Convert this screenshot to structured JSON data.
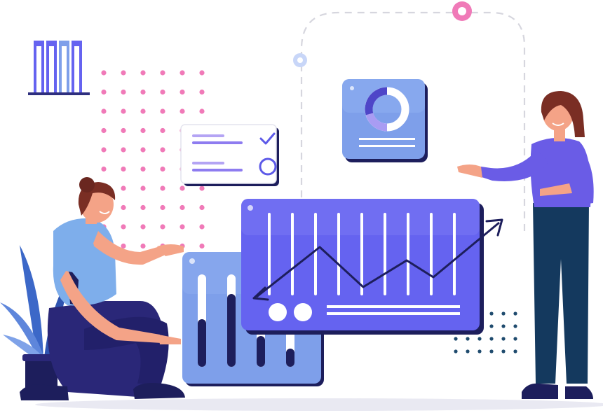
{
  "illustration": {
    "theme": "data-analytics-team",
    "colors": {
      "primary": "#6563F0",
      "primary_light": "#8E8CF6",
      "card_blue": "#7E9FEA",
      "dark_navy": "#1D1E5C",
      "pink": "#F07AB8",
      "teal_dots": "#1F4B6E",
      "skin": "#F4A387",
      "hair": "#7A2E24",
      "shirt_woman_right": "#6A5CE6",
      "pants_right": "#14395E",
      "shirt_woman_left": "#7EAEEB",
      "pants_left": "#2A2778",
      "plant": "#3C68C8",
      "floor": "#E6E6F0",
      "lavender": "#B4A4F4"
    },
    "elements": [
      {
        "name": "bar-columns-icon",
        "kind": "decoration"
      },
      {
        "name": "pink-dot-grid",
        "kind": "decoration"
      },
      {
        "name": "checklist-card",
        "kind": "card"
      },
      {
        "name": "donut-chart-card",
        "kind": "card"
      },
      {
        "name": "line-chart-card",
        "kind": "card"
      },
      {
        "name": "bar-chart-card",
        "kind": "card"
      },
      {
        "name": "woman-standing",
        "kind": "person"
      },
      {
        "name": "woman-kneeling",
        "kind": "person"
      },
      {
        "name": "potted-plant",
        "kind": "decoration"
      },
      {
        "name": "navy-dot-grid",
        "kind": "decoration"
      }
    ]
  }
}
